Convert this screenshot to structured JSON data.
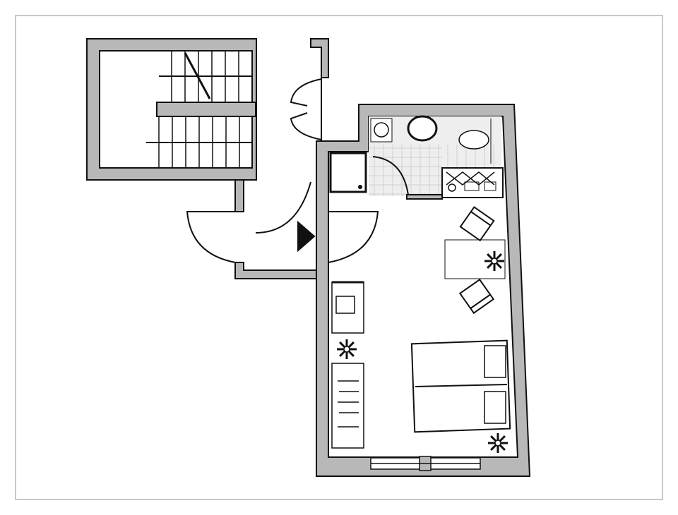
{
  "colors": {
    "wall_fill": "#b8b8b8",
    "line": "#111111",
    "tile": "#d6d6d6",
    "frame": "#c8c8c8",
    "background": "#ffffff"
  },
  "rooms": [
    "stairwell",
    "corridor",
    "bathroom",
    "kitchenette",
    "living-bedroom"
  ],
  "icons": [
    "entrance-arrow-icon",
    "plant-icon",
    "toilet-icon",
    "sink-icon",
    "shower-icon",
    "stove-icon"
  ]
}
